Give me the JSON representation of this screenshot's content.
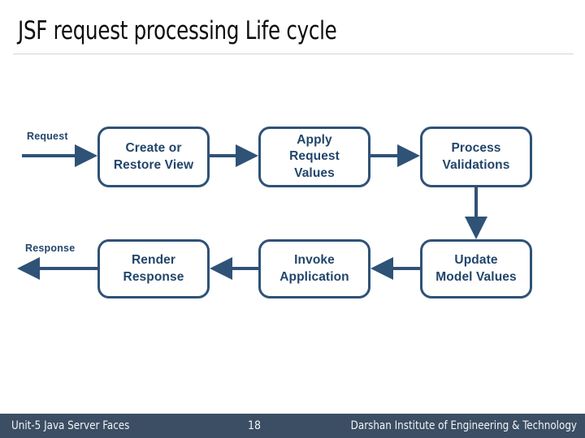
{
  "slide": {
    "title": "JSF request processing Life cycle",
    "accent_color": "#2f5277",
    "node_text_color": "#22456b",
    "footer_bg_color": "#3b4e63",
    "title_color": "#0d0d0d",
    "rule_color": "#d4d4d4"
  },
  "diagram": {
    "nodes": [
      {
        "id": "create-or-restore-view",
        "line1": "Create or",
        "line2": "Restore View",
        "line3": ""
      },
      {
        "id": "apply-request-values",
        "line1": "Apply",
        "line2": "Request",
        "line3": "Values"
      },
      {
        "id": "process-validations",
        "line1": "Process",
        "line2": "Validations",
        "line3": ""
      },
      {
        "id": "render-response",
        "line1": "Render",
        "line2": "Response",
        "line3": ""
      },
      {
        "id": "invoke-application",
        "line1": "Invoke",
        "line2": "Application",
        "line3": ""
      },
      {
        "id": "update-model-values",
        "line1": "Update",
        "line2": "Model Values",
        "line3": ""
      }
    ],
    "edge_labels": {
      "request": "Request",
      "response": "Response"
    }
  },
  "footer": {
    "left": "Unit-5 Java Server Faces",
    "page": "18",
    "right": "Darshan Institute of Engineering & Technology"
  }
}
